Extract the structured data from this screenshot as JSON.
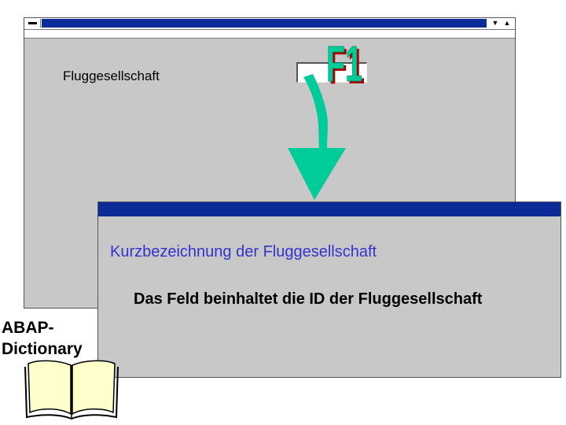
{
  "main_window": {
    "window_controls": {
      "minimize": "▼",
      "maximize": "▲"
    },
    "field_label": "Fluggesellschaft",
    "field_value": ""
  },
  "f1_key": {
    "label": "F1",
    "color": "#00cc99"
  },
  "help_window": {
    "heading": "Kurzbezeichnung der Fluggesellschaft",
    "text": "Das Feld beinhaltet die ID der Fluggesellschaft"
  },
  "dictionary": {
    "label_line1": "ABAP-",
    "label_line2": "Dictionary"
  },
  "colors": {
    "title_bar": "#0b2b99",
    "window_bg": "#c8c8c8",
    "heading_text": "#3333cc",
    "arrow": "#00cc99",
    "book_pages": "#ffffcc"
  }
}
